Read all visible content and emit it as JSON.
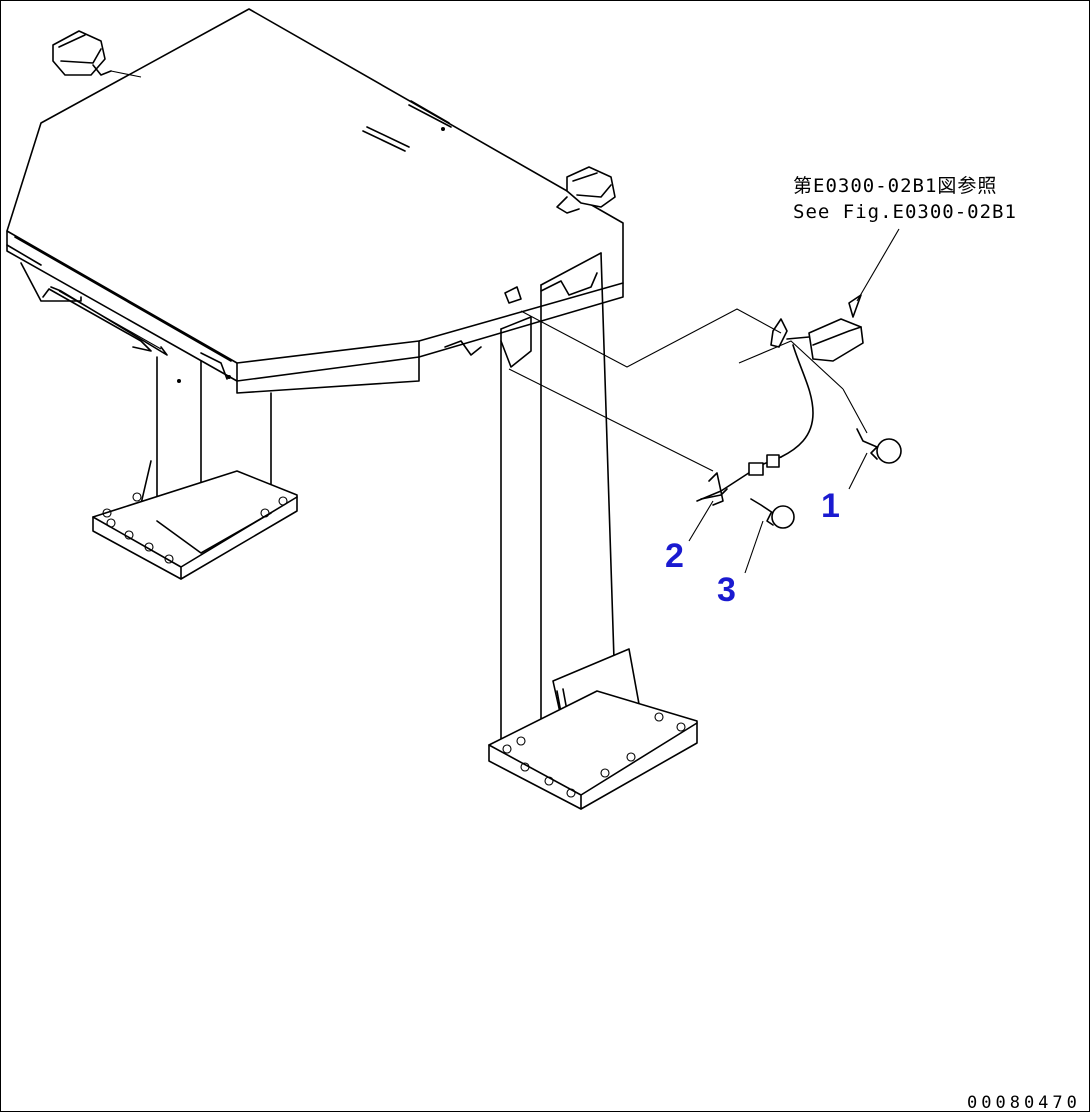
{
  "reference_note": {
    "line1": "第E0300-02B1図参照",
    "line2": "See Fig.E0300-02B1"
  },
  "callouts": [
    {
      "label": "1",
      "part": "bolt"
    },
    {
      "label": "2",
      "part": "clip"
    },
    {
      "label": "3",
      "part": "bolt"
    }
  ],
  "drawing_number": "00080470",
  "colors": {
    "line": "#000000",
    "callout": "#1a1ad0",
    "background": "#ffffff"
  }
}
